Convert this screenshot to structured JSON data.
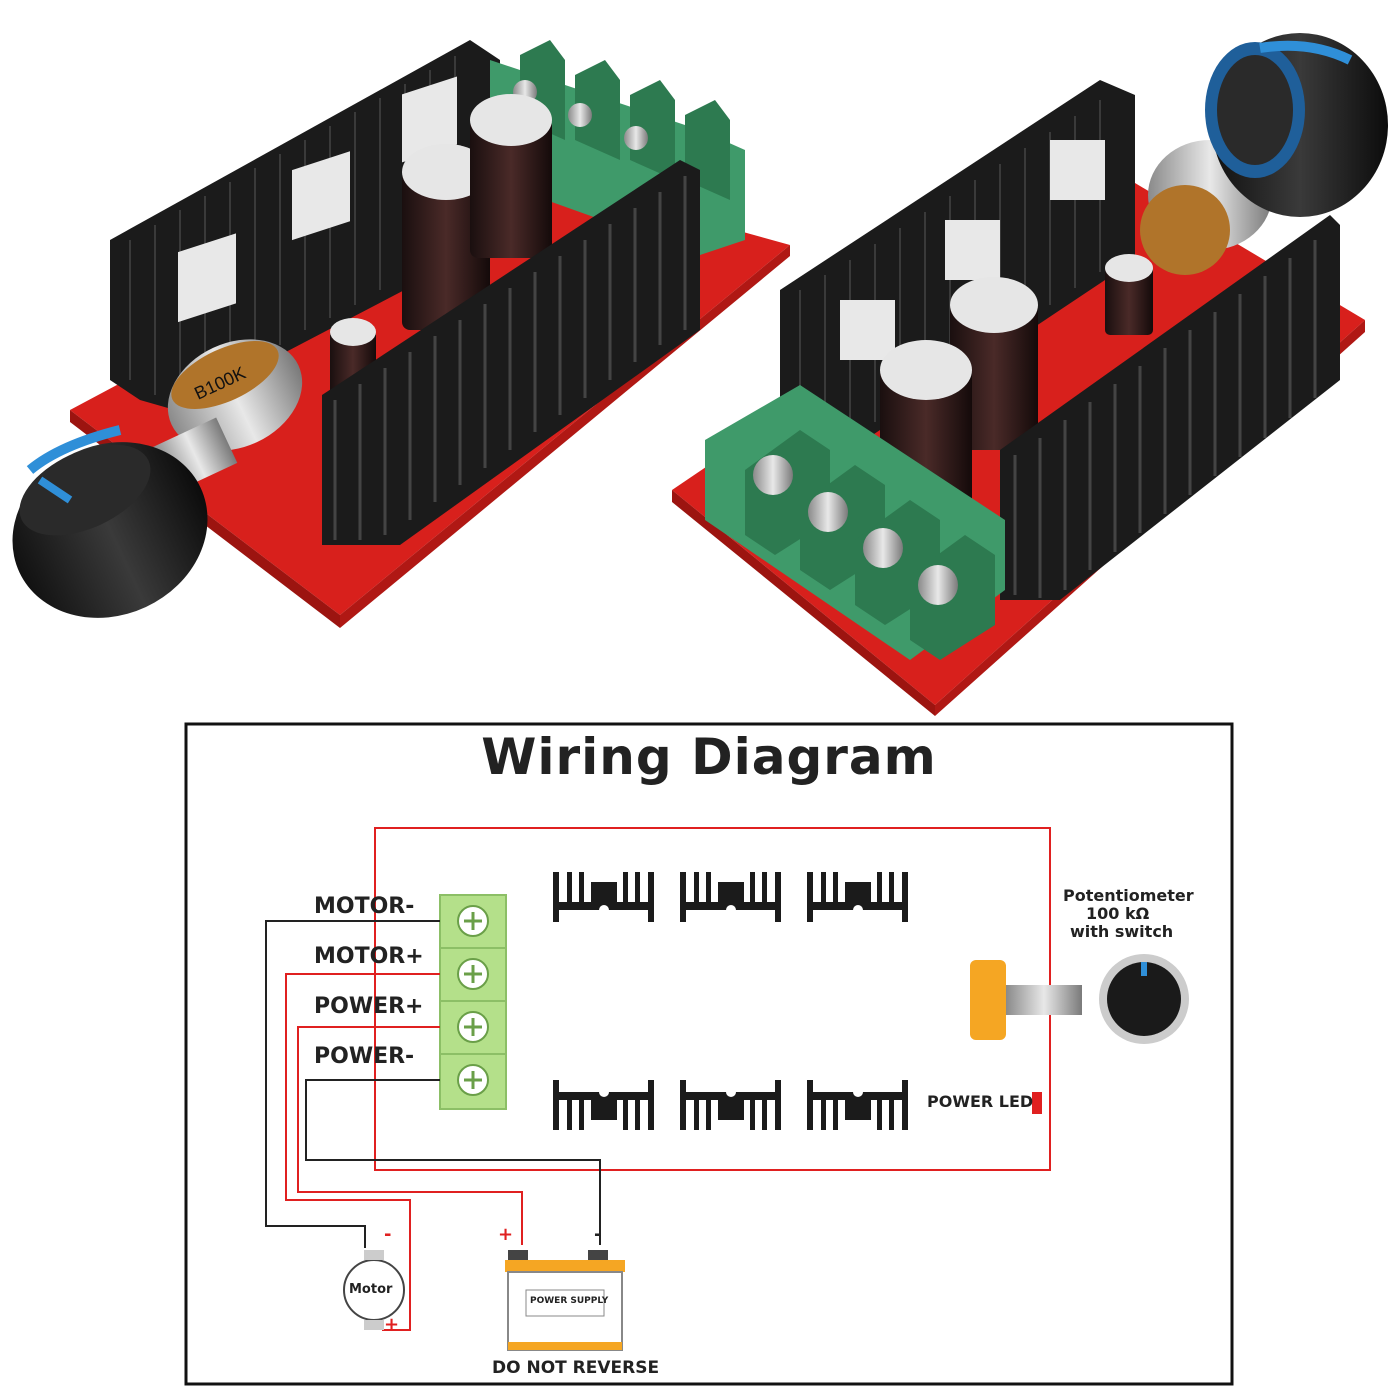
{
  "diagram": {
    "title": "Wiring Diagram",
    "terminals": [
      {
        "label": "MOTOR-"
      },
      {
        "label": "MOTOR+"
      },
      {
        "label": "POWER+"
      },
      {
        "label": "POWER-"
      }
    ],
    "potentiometer": {
      "line1": "Potentiometer",
      "line2": "100 kΩ",
      "line3": "with switch"
    },
    "power_led_label": "POWER LED",
    "motor_label": "Motor",
    "motor_minus": "-",
    "motor_plus": "+",
    "supply_label": "POWER SUPPLY",
    "supply_plus": "+",
    "supply_minus": "-",
    "warning": "DO NOT REVERSE"
  },
  "photos": {
    "left_board_pot_marking": "B100K"
  },
  "colors": {
    "pcb_red": "#d8201c",
    "heatsink_black": "#1b1b1b",
    "terminal_green": "#3f9a6a",
    "knob_accent_blue": "#2f8fd8",
    "wire_red": "#e02020",
    "wire_black": "#222222",
    "terminal_block_green": "#b4e08a",
    "pot_orange": "#f5a623"
  }
}
